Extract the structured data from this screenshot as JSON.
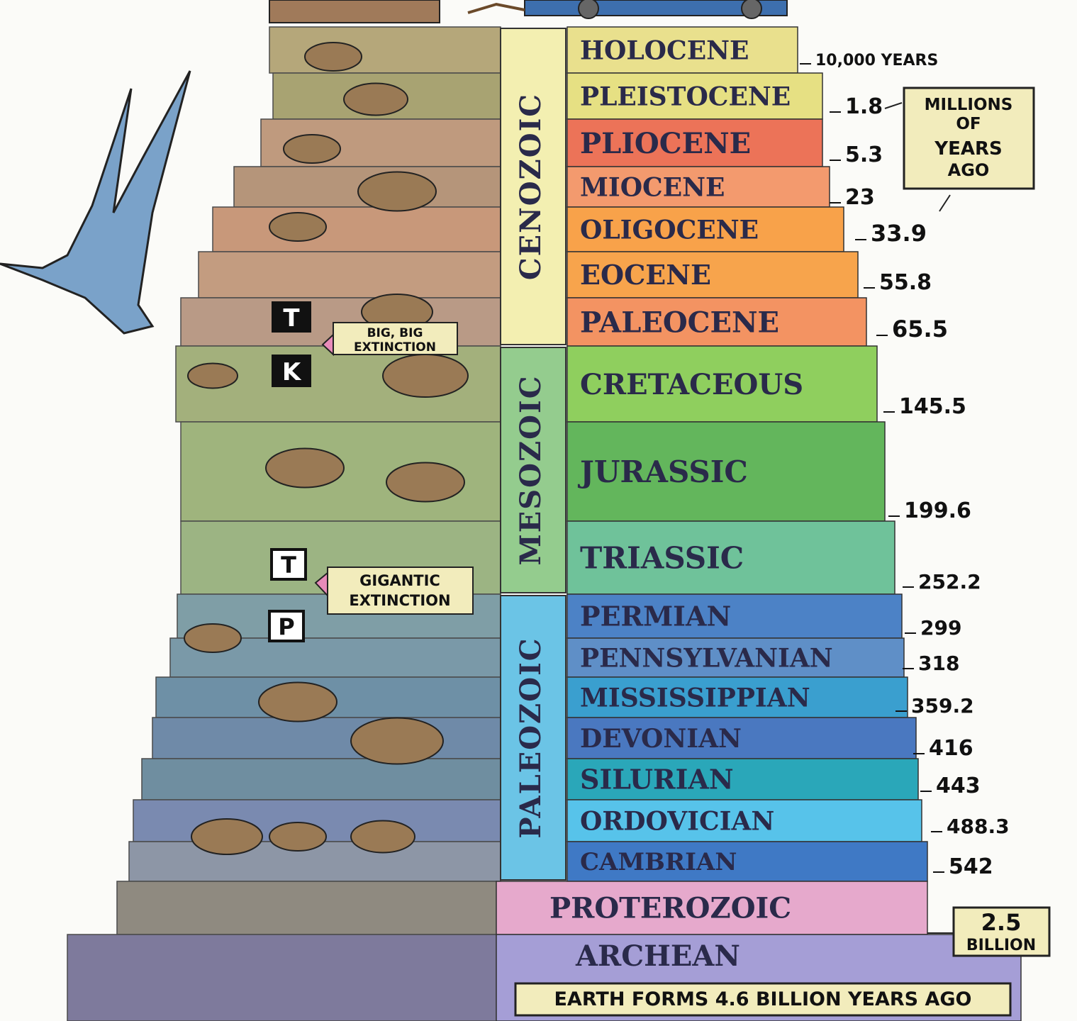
{
  "eras": [
    {
      "name": "CENOZOIC",
      "color": "#f3efb1"
    },
    {
      "name": "MESOZOIC",
      "color": "#94cc8e"
    },
    {
      "name": "PALEOZOIC",
      "color": "#6bc4e6"
    }
  ],
  "periods": [
    {
      "name": "HOLOCENE",
      "color": "#e9e08d",
      "age": "10,000 YEARS"
    },
    {
      "name": "PLEISTOCENE",
      "color": "#e6e083",
      "age": "1.8"
    },
    {
      "name": "PLIOCENE",
      "color": "#ec7358",
      "age": "5.3"
    },
    {
      "name": "MIOCENE",
      "color": "#f39a6e",
      "age": "23"
    },
    {
      "name": "OLIGOCENE",
      "color": "#f8a24a",
      "age": "33.9"
    },
    {
      "name": "EOCENE",
      "color": "#f7a44c",
      "age": "55.8"
    },
    {
      "name": "PALEOCENE",
      "color": "#f39362",
      "age": "65.5"
    },
    {
      "name": "CRETACEOUS",
      "color": "#8fcf5e",
      "age": "145.5"
    },
    {
      "name": "JURASSIC",
      "color": "#63b65c",
      "age": "199.6"
    },
    {
      "name": "TRIASSIC",
      "color": "#6fc29a",
      "age": "252.2"
    },
    {
      "name": "PERMIAN",
      "color": "#4c82c6",
      "age": "299"
    },
    {
      "name": "PENNSYLVANIAN",
      "color": "#5f8fc7",
      "age": "318"
    },
    {
      "name": "MISSISSIPPIAN",
      "color": "#3a9fcf",
      "age": "359.2"
    },
    {
      "name": "DEVONIAN",
      "color": "#4a78c0",
      "age": "416"
    },
    {
      "name": "SILURIAN",
      "color": "#2aa7b9",
      "age": "443"
    },
    {
      "name": "ORDOVICIAN",
      "color": "#57c3ea",
      "age": "488.3"
    },
    {
      "name": "CAMBRIAN",
      "color": "#3f79c5",
      "age": "542"
    }
  ],
  "eons": [
    {
      "name": "PROTEROZOIC",
      "color": "#e6a9cc",
      "age": "2.5 BILLION"
    },
    {
      "name": "ARCHEAN",
      "color": "#a59ed6"
    }
  ],
  "earth_forms": "EARTH FORMS 4.6 BILLION YEARS AGO",
  "millions_box": [
    "MILLIONS",
    "OF",
    "YEARS",
    "AGO"
  ],
  "billion_box": [
    "2.5",
    "BILLION"
  ],
  "extinction_kt": {
    "letters": [
      "T",
      "K"
    ],
    "text": [
      "BIG, BIG",
      "EXTINCTION"
    ]
  },
  "extinction_pt": {
    "letters": [
      "T",
      "P"
    ],
    "text": [
      "GIGANTIC",
      "EXTINCTION"
    ]
  },
  "rock_color": "#b7a77e"
}
